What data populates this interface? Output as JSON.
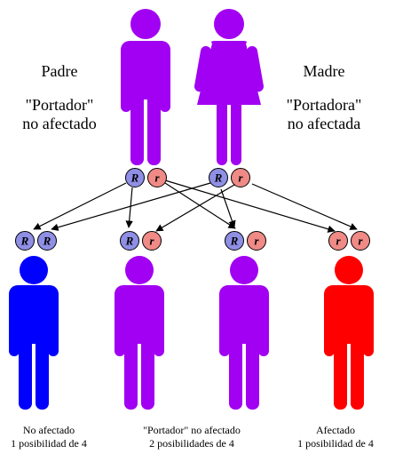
{
  "colors": {
    "carrier": "#a100f2",
    "unaffected": "#0000ff",
    "affected": "#ff0000",
    "allele_dominant": "#8f8fe6",
    "allele_recessive": "#f08a86"
  },
  "parents": [
    {
      "role": "Padre",
      "status_line1": "\"Portador\"",
      "status_line2": "no afectado",
      "figure": "male",
      "alleles": [
        "R",
        "r"
      ]
    },
    {
      "role": "Madre",
      "status_line1": "\"Portadora\"",
      "status_line2": "no afectada",
      "figure": "female",
      "alleles": [
        "R",
        "r"
      ]
    }
  ],
  "children": [
    {
      "alleles": [
        "R",
        "R"
      ],
      "type": "unaffected",
      "caption_line1": "No afectado",
      "caption_line2": "1 posibilidad de 4"
    },
    {
      "alleles": [
        "R",
        "r"
      ],
      "type": "carrier",
      "caption_line1": "\"Portador\" no afectado",
      "caption_line2": "2 posibilidades de 4"
    },
    {
      "alleles": [
        "R",
        "r"
      ],
      "type": "carrier",
      "caption_line1": "",
      "caption_line2": ""
    },
    {
      "alleles": [
        "r",
        "r"
      ],
      "type": "affected",
      "caption_line1": "Afectado",
      "caption_line2": "1 posibilidad de 4"
    }
  ],
  "icons": {
    "male": "male-person-icon",
    "female": "female-person-icon"
  }
}
